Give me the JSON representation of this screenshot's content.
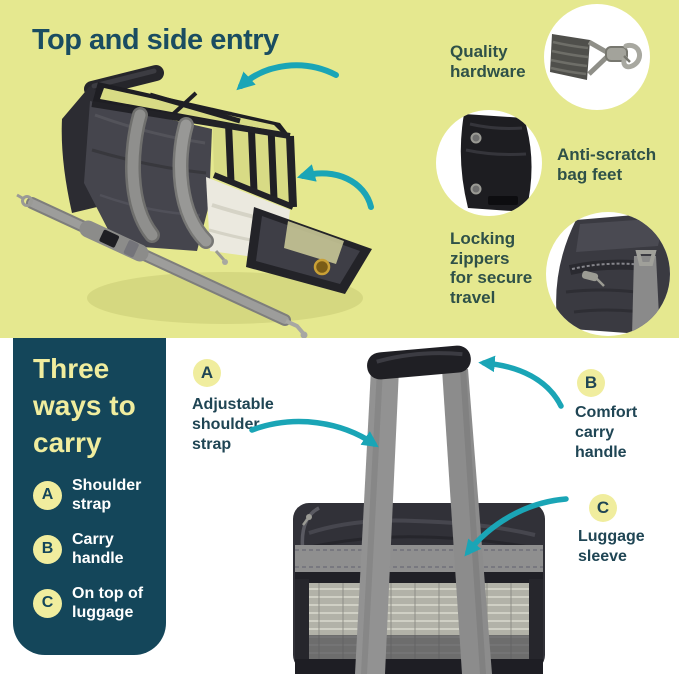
{
  "colors": {
    "top_background": "#e5e88f",
    "panel_navy": "#14465a",
    "accent_teal": "#1aa5b6",
    "badge_yellow": "#f0ed9e",
    "title_teal": "#1a4d61",
    "feature_text_green": "#2f5148"
  },
  "top_section": {
    "title": "Top and side entry",
    "features": [
      {
        "label": "Quality\nhardware"
      },
      {
        "label": "Anti-scratch\nbag feet"
      },
      {
        "label": "Locking\nzippers\nfor secure\ntravel"
      }
    ]
  },
  "bottom_section": {
    "panel": {
      "title": "Three\nways to\ncarry",
      "items": [
        {
          "letter": "A",
          "label": "Shoulder\nstrap"
        },
        {
          "letter": "B",
          "label": "Carry\nhandle"
        },
        {
          "letter": "C",
          "label": "On top of\nluggage"
        }
      ]
    },
    "callouts": [
      {
        "letter": "A",
        "label": "Adjustable\nshoulder\nstrap"
      },
      {
        "letter": "B",
        "label": "Comfort\ncarry\nhandle"
      },
      {
        "letter": "C",
        "label": "Luggage\nsleeve"
      }
    ]
  }
}
